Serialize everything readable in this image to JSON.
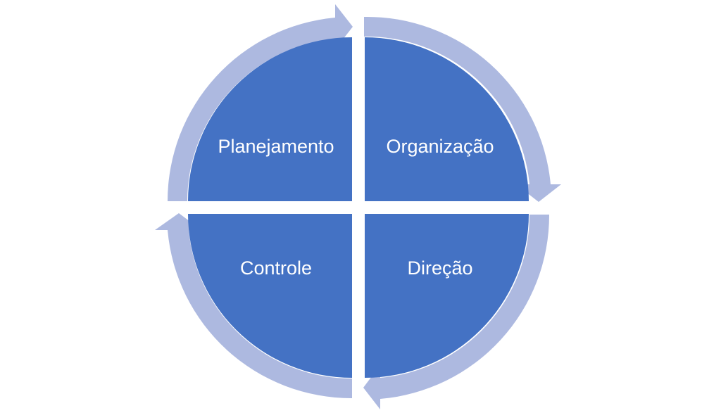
{
  "diagram": {
    "type": "cycle",
    "colors": {
      "quadrant_fill": "#4472c4",
      "arrow_fill": "#adb9e0",
      "label_text": "#ffffff",
      "background": "#ffffff"
    },
    "quadrants": [
      {
        "id": "planejamento",
        "label": "Planejamento"
      },
      {
        "id": "organizacao",
        "label": "Organização"
      },
      {
        "id": "direcao",
        "label": "Direção"
      },
      {
        "id": "controle",
        "label": "Controle"
      }
    ],
    "flow_direction": "clockwise"
  }
}
